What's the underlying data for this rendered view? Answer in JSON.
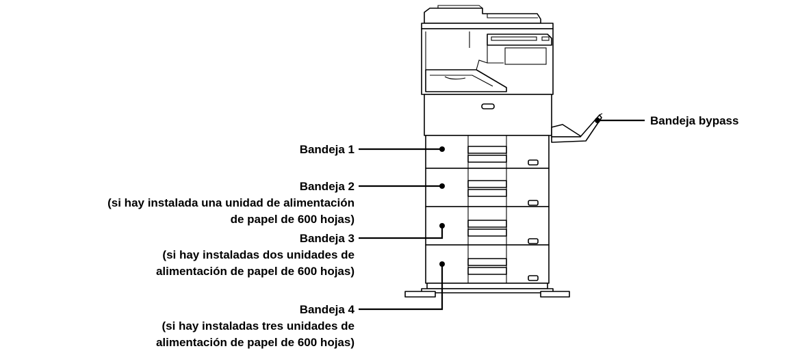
{
  "labels": {
    "bypass": "Bandeja bypass",
    "tray1": "Bandeja 1",
    "tray2": {
      "title": "Bandeja 2",
      "note_line1": "(si hay instalada una unidad de alimentación",
      "note_line2": "de papel de 600 hojas)"
    },
    "tray3": {
      "title": "Bandeja 3",
      "note_line1": "(si hay instaladas dos unidades de",
      "note_line2": "alimentación de papel de 600 hojas)"
    },
    "tray4": {
      "title": "Bandeja 4",
      "note_line1": "(si hay instaladas tres unidades de",
      "note_line2": "alimentación de papel de 600 hojas)"
    }
  }
}
